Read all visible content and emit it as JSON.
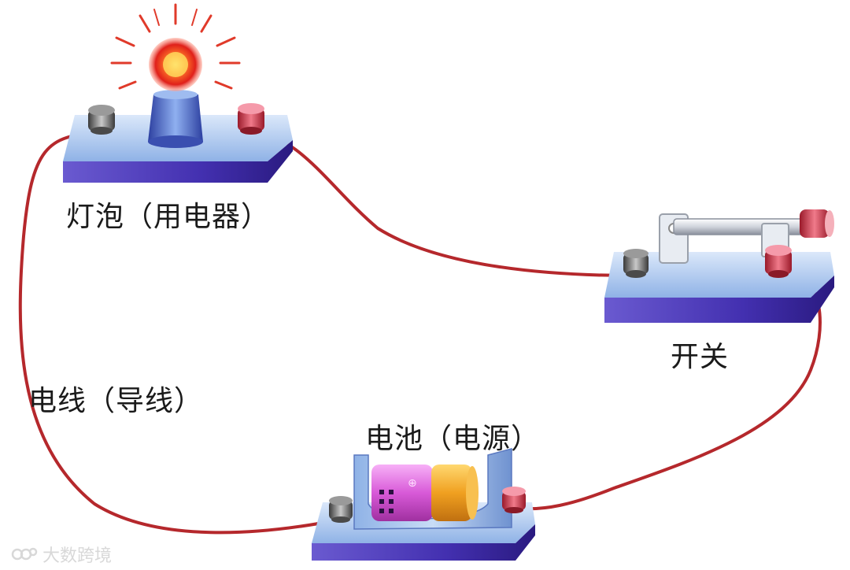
{
  "labels": {
    "bulb": "灯泡（用电器）",
    "switch": "开关",
    "wire": "电线（导线）",
    "battery": "电池（电源）"
  },
  "watermark": "大数跨境",
  "colors": {
    "wire": "#b5282c",
    "base_top": "#a9c6ee",
    "base_front": "#4a3fb8",
    "terminal_red": "#d9485a",
    "terminal_gray": "#7a7a7a",
    "bulb_glow": "#ff4a1a",
    "battery_pink": "#e070e0",
    "battery_orange": "#f0a020"
  },
  "icons": [
    "bulb-icon",
    "switch-icon",
    "battery-icon"
  ]
}
